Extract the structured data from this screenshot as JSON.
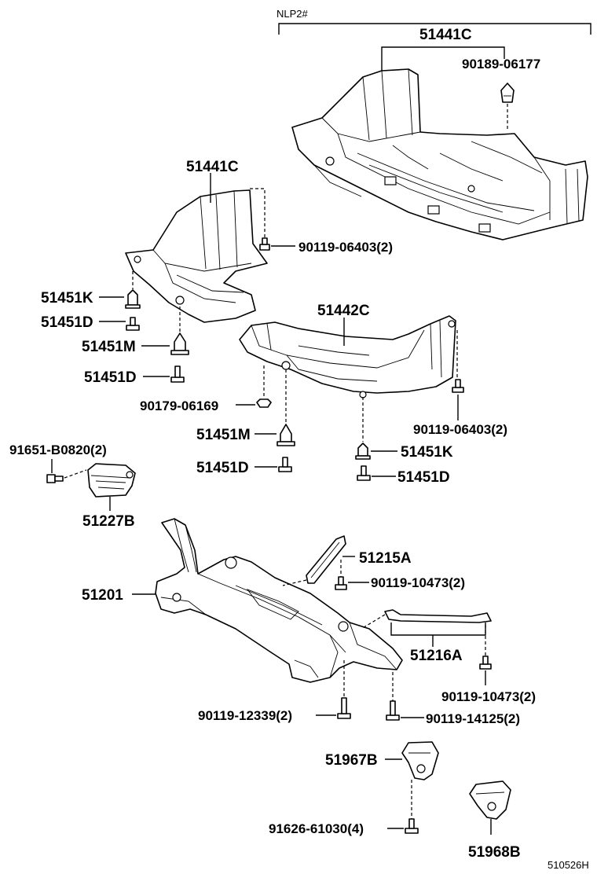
{
  "header_code": "NLP2#",
  "footer_code": "510526H",
  "labels": {
    "p51441C_top": "51441C",
    "p90189_06177": "90189-06177",
    "p51441C_left": "51441C",
    "p90119_06403_a": "90119-06403(2)",
    "p51451K_a": "51451K",
    "p51451D_a": "51451D",
    "p51451M_a": "51451M",
    "p51451D_b": "51451D",
    "p51442C": "51442C",
    "p90179_06169": "90179-06169",
    "p90119_06403_b": "90119-06403(2)",
    "p91651_B0820": "91651-B0820(2)",
    "p51451M_b": "51451M",
    "p51451K_b": "51451K",
    "p51451D_c": "51451D",
    "p51451D_d": "51451D",
    "p51227B": "51227B",
    "p51215A": "51215A",
    "p90119_10473_a": "90119-10473(2)",
    "p51201": "51201",
    "p51216A": "51216A",
    "p90119_10473_b": "90119-10473(2)",
    "p90119_12339": "90119-12339(2)",
    "p90119_14125": "90119-14125(2)",
    "p51967B": "51967B",
    "p91626_61030": "91626-61030(4)",
    "p51968B": "51968B"
  }
}
